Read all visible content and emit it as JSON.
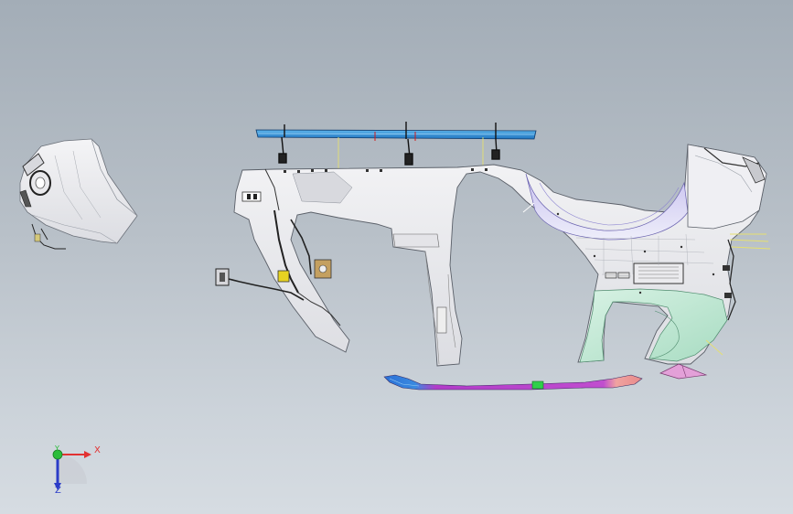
{
  "viewport": {
    "background_top": "#a3adb7",
    "background_bottom": "#d6dce2"
  },
  "triad": {
    "x_label": "X",
    "y_label": "Y",
    "z_label": "Z",
    "x_color": "#e23232",
    "y_color": "#2bbd3a",
    "z_color": "#2b3cc8"
  },
  "parts": [
    "rear-quarter-left",
    "roof-rail-bar",
    "side-panel-assembly",
    "wiring-harness",
    "rocker-sill-trim",
    "rear-wheel-arch-trim",
    "sill-trim-clip"
  ]
}
